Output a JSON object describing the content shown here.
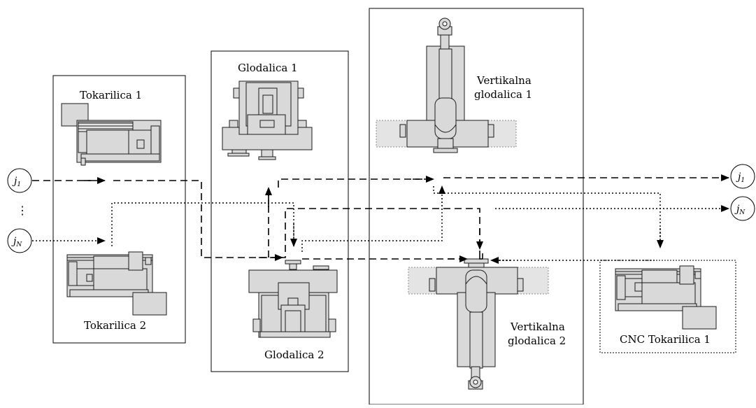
{
  "machines": {
    "tokarilica_1": "Tokarilica 1",
    "tokarilica_2": "Tokarilica 2",
    "glodalica_1": "Glodalica 1",
    "glodalica_2": "Glodalica 2",
    "vertikalna_1_line1": "Vertikalna",
    "vertikalna_1_line2": "glodalica 1",
    "vertikalna_2_line1": "Vertikalna",
    "vertikalna_2_line2": "glodalica 2",
    "cnc_tokarilica_1": "CNC Tokarilica 1"
  },
  "jobs": {
    "in_first": {
      "letter": "j",
      "sub": "1"
    },
    "in_last": {
      "letter": "j",
      "sub": "N"
    },
    "out_first": {
      "letter": "j",
      "sub": "1"
    },
    "out_last": {
      "letter": "j",
      "sub": "N"
    },
    "ellipsis": "⋮"
  },
  "colors": {
    "machine_fill": "#d9d9d9",
    "machine_stroke": "#1a1a1a",
    "table_fill": "#e4e4e4",
    "line": "#000000"
  }
}
